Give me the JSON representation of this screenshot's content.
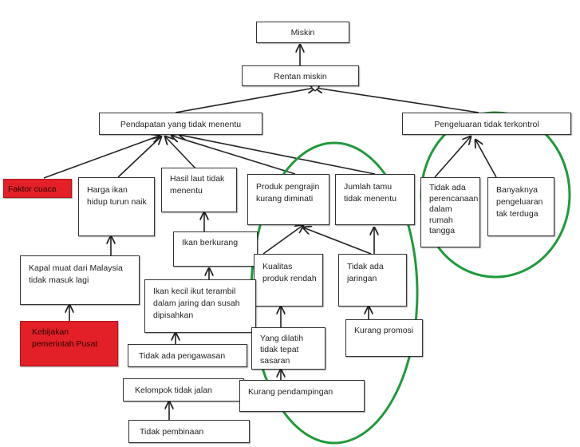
{
  "nodes": {
    "miskin": "Miskin",
    "rentan": "Rentan miskin",
    "pendapatan": "Pendapatan yang tidak menentu",
    "pengeluaran": "Pengeluaran tidak terkontrol",
    "faktor_cuaca": "Faktor cuaca",
    "harga_ikan": [
      "Harga ikan",
      "hidup turun naik"
    ],
    "hasil_laut": [
      "Hasil laut tidak",
      "menentu"
    ],
    "produk": [
      "Produk pengrajin",
      "kurang diminati"
    ],
    "jumlah_tamu": [
      "Jumlah tamu",
      "tidak menentu"
    ],
    "tidak_ada_perencanaan": [
      "Tidak ada",
      "perencanaan",
      "dalam",
      "rumah",
      "tangga"
    ],
    "banyaknya": [
      "Banyaknya",
      "pengeluaran",
      "tak terduga"
    ],
    "kapal_muat": [
      "Kapal muat dari Malaysia",
      "tidak masuk lagi"
    ],
    "ikan_berkurang": "Ikan berkurang",
    "kualitas": [
      "Kualitas",
      "produk rendah"
    ],
    "tidak_ada_jaringan": [
      "Tidak ada",
      "jaringan"
    ],
    "kebijakan": [
      "Kebijakan",
      "pemerintah Pusat"
    ],
    "ikan_kecil": [
      "Ikan kecil ikut terambil",
      "dalam jaring dan susah",
      "dipisahkan"
    ],
    "yang_dilatih": [
      "Yang dilatih",
      "tidak tepat",
      "sasaran"
    ],
    "kurang_promosi": "Kurang promosi",
    "tidak_ada_pengawasan": "Tidak ada pengawasan",
    "kelompok": "Kelompok tidak jalan",
    "kurang_pendampingan": "Kurang pendampingan",
    "tidak_pembinaan": "Tidak pembinaan"
  },
  "colors": {
    "highlight_red": "#e32028",
    "ellipse_green": "#1f9a3a",
    "arrow": "#222222"
  }
}
